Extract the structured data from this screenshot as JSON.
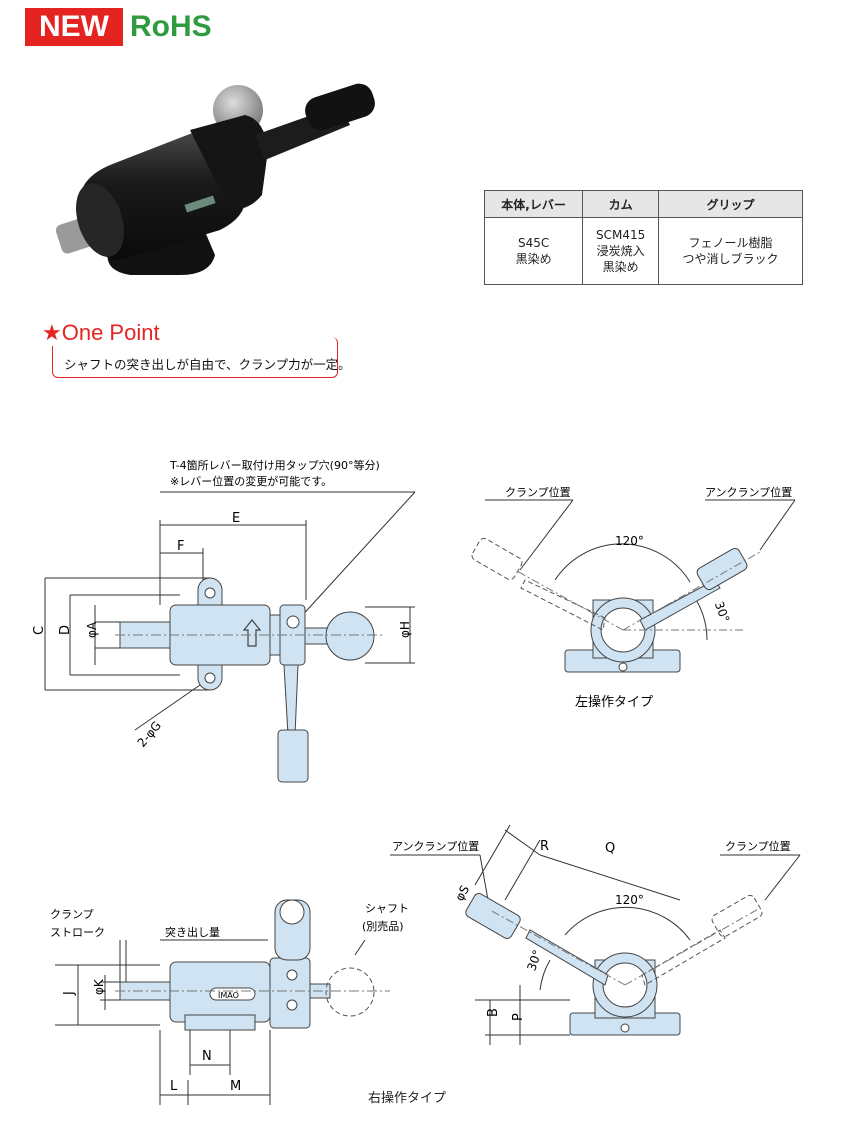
{
  "badges": {
    "new": "NEW",
    "rohs": "RoHS"
  },
  "spec_table": {
    "headers": [
      "本体,レバー",
      "カム",
      "グリップ"
    ],
    "rows": [
      {
        "c1_l1": "S45C",
        "c1_l2": "黒染め",
        "c2_l1": "SCM415",
        "c2_l2": "浸炭焼入",
        "c2_l3": "黒染め",
        "c3_l1": "フェノール樹脂",
        "c3_l2": "つや消しブラック"
      }
    ]
  },
  "one_point": {
    "title": "★One Point",
    "text": "シャフトの突き出しが自由で、クランプ力が一定。"
  },
  "drawing_top": {
    "note_l1": "T-4箇所レバー取付け用タップ穴(90°等分)",
    "note_l2": "※レバー位置の変更が可能です。",
    "dim_E": "E",
    "dim_F": "F",
    "dim_C": "C",
    "dim_D": "D",
    "dim_A": "φA",
    "dim_H": "φH",
    "dim_G": "2-φG"
  },
  "drawing_left_type": {
    "clamp": "クランプ位置",
    "unclamp": "アンクランプ位置",
    "angle_120": "120°",
    "angle_30": "30°",
    "caption": "左操作タイプ"
  },
  "drawing_bottom": {
    "stroke_l1": "クランプ",
    "stroke_l2": "ストローク",
    "protrusion": "突き出し量",
    "shaft_l1": "シャフト",
    "shaft_l2": "(別売品)",
    "dim_J": "J",
    "dim_K": "φK",
    "dim_N": "N",
    "dim_L": "L",
    "dim_M": "M",
    "logo": "IMAO"
  },
  "drawing_right_type": {
    "unclamp": "アンクランプ位置",
    "clamp": "クランプ位置",
    "dim_R": "R",
    "dim_Q": "Q",
    "dim_S": "φS",
    "dim_B": "B",
    "dim_P": "P",
    "angle_120": "120°",
    "angle_30": "30°",
    "caption": "右操作タイプ"
  }
}
